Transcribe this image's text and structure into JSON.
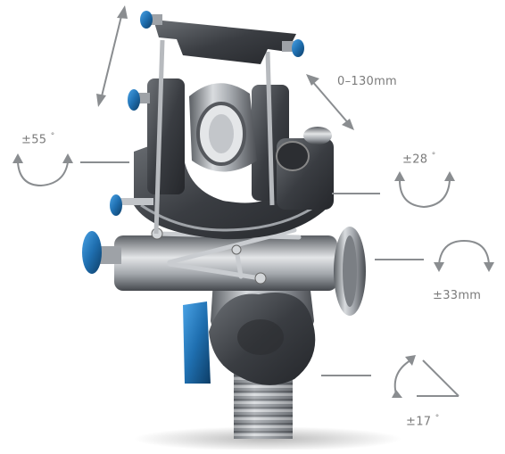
{
  "scene": {
    "subject": "surgical-positioning-clamp",
    "accent_color": "#1f6fb0",
    "metal_color": "#9a9ea3",
    "dark_metal_color": "#3a3d42"
  },
  "labels": {
    "stroke": "0–130mm",
    "rot_left": "±55",
    "rot_right_upper": "±28",
    "linear": "±33mm",
    "tilt": "±17",
    "degree_mark": "°"
  },
  "icons": {
    "length_arrow_left": "double-arrow-diagonal-icon",
    "length_arrow_right": "double-arrow-diagonal-icon",
    "rotate_left": "rotate-arrows-icon",
    "rotate_upper_right": "rotate-arrows-icon",
    "rotate_lower_right": "rotate-arrows-icon",
    "tilt": "tilt-angle-icon"
  }
}
